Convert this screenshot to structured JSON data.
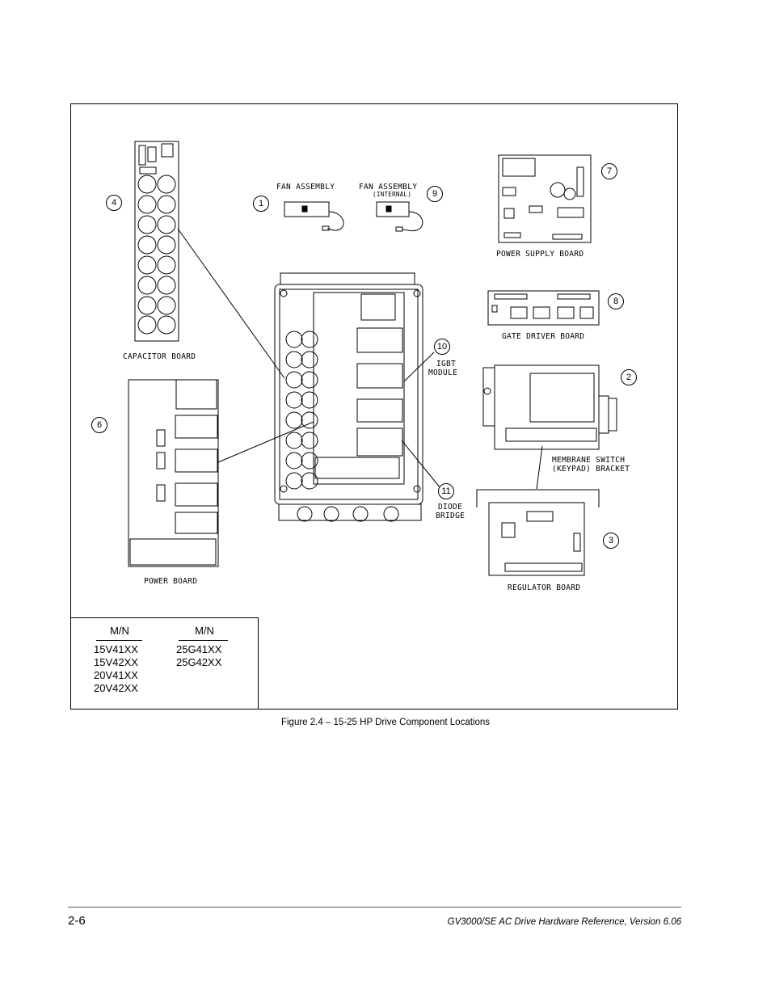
{
  "labels": {
    "fan_assembly": "FAN ASSEMBLY",
    "fan_assembly_internal": "FAN ASSEMBLY",
    "internal": "(INTERNAL)",
    "power_supply_board": "POWER SUPPLY BOARD",
    "gate_driver_board": "GATE DRIVER BOARD",
    "capacitor_board": "CAPACITOR BOARD",
    "igbt": "IGBT",
    "module": "MODULE",
    "membrane_switch": "MEMBRANE SWITCH",
    "keypad_bracket": "(KEYPAD) BRACKET",
    "diode": "DIODE",
    "bridge": "BRIDGE",
    "power_board": "POWER BOARD",
    "regulator_board": "REGULATOR BOARD"
  },
  "callouts": {
    "c1": "1",
    "c2": "2",
    "c3": "3",
    "c4": "4",
    "c6": "6",
    "c7": "7",
    "c8": "8",
    "c9": "9",
    "c10": "10",
    "c11": "11"
  },
  "model_table": {
    "col1_header": "M/N",
    "col2_header": "M/N",
    "col1": [
      "15V41XX",
      "15V42XX",
      "20V41XX",
      "20V42XX"
    ],
    "col2": [
      "25G41XX",
      "25G42XX"
    ]
  },
  "caption": "Figure 2.4 – 15-25 HP Drive Component Locations",
  "footer": {
    "page_number": "2-6",
    "document_title": "GV3000/SE AC Drive Hardware Reference, Version 6.06"
  }
}
